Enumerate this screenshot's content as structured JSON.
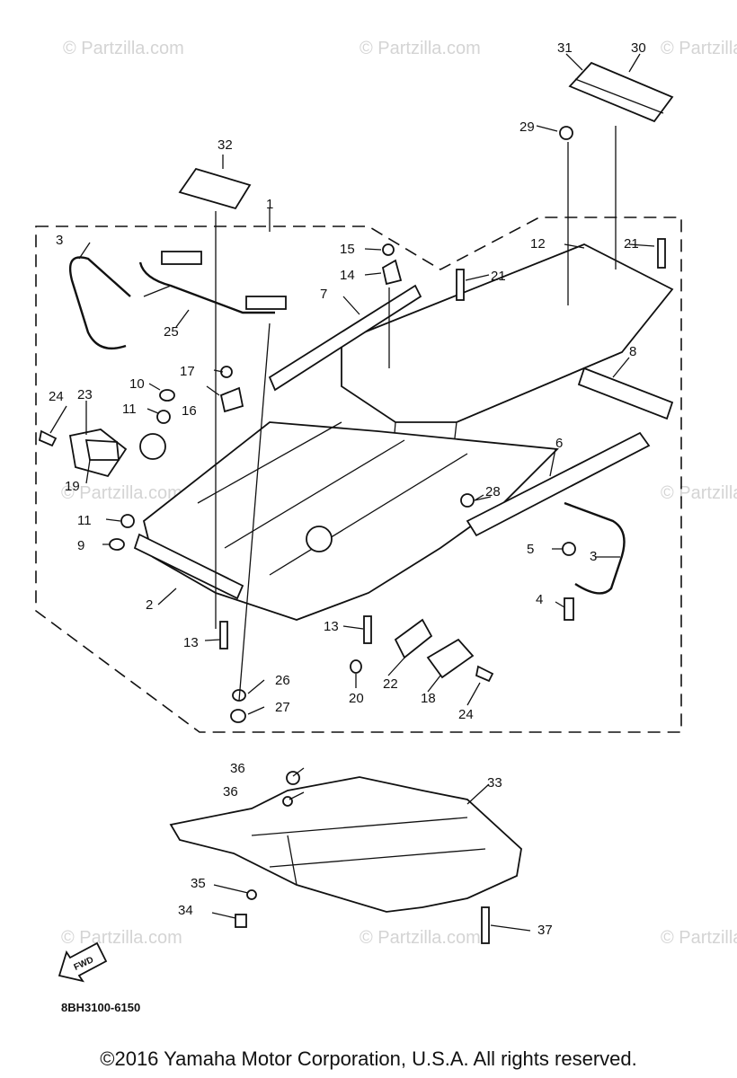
{
  "watermark": "© Partzilla.com",
  "callouts": [
    "1",
    "2",
    "3",
    "3",
    "4",
    "5",
    "6",
    "7",
    "8",
    "9",
    "10",
    "11",
    "11",
    "12",
    "13",
    "13",
    "14",
    "15",
    "16",
    "17",
    "18",
    "19",
    "20",
    "21",
    "21",
    "22",
    "23",
    "24",
    "24",
    "25",
    "26",
    "27",
    "28",
    "29",
    "30",
    "31",
    "32",
    "33",
    "34",
    "35",
    "36",
    "36",
    "37"
  ],
  "fwd_label": "FWD",
  "diagram_code": "8BH3100-6150",
  "copyright": "©2016 Yamaha Motor Corporation, U.S.A. All rights reserved."
}
